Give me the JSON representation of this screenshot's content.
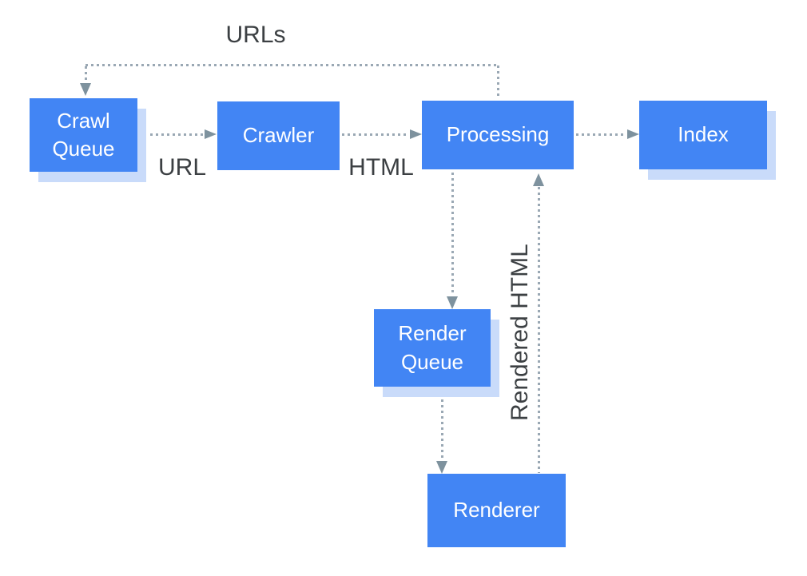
{
  "diagram": {
    "nodes": {
      "crawl_queue": {
        "label": "Crawl Queue"
      },
      "crawler": {
        "label": "Crawler"
      },
      "processing": {
        "label": "Processing"
      },
      "index": {
        "label": "Index"
      },
      "render_queue": {
        "label": "Render Queue"
      },
      "renderer": {
        "label": "Renderer"
      }
    },
    "edge_labels": {
      "urls": "URLs",
      "url": "URL",
      "html": "HTML",
      "rendered_html": "Rendered HTML"
    },
    "colors": {
      "node_fill": "#4285F4",
      "node_text": "#FFFFFF",
      "stack_shadow": "#C9DBFA",
      "dotted_line": "#9AA8B4",
      "arrowhead": "#7E929E",
      "label_text": "#3C4043",
      "background": "#FFFFFF"
    }
  }
}
